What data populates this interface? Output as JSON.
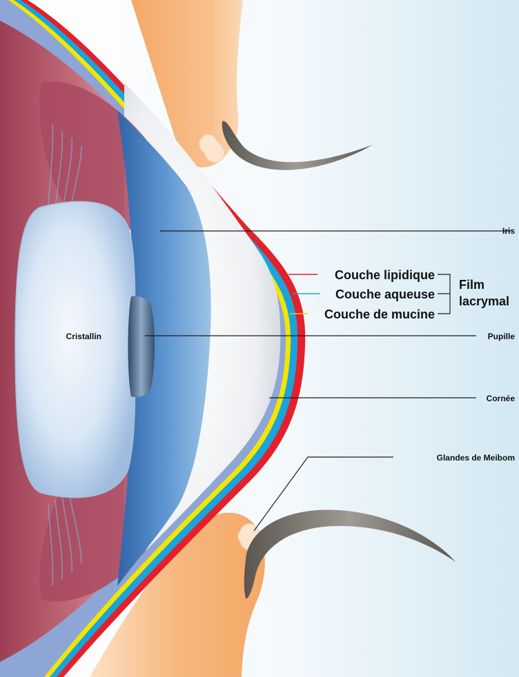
{
  "labels": {
    "iris": "Iris",
    "couche_lipidique": "Couche lipidique",
    "couche_aqueuse": "Couche aqueuse",
    "couche_mucine": "Couche de mucine",
    "film_line1": "Film",
    "film_line2": "lacrymal",
    "cristallin": "Cristallin",
    "pupille": "Pupille",
    "cornee": "Cornée",
    "glandes": "Glandes de Meibom"
  },
  "colors": {
    "lipid_layer": "#e4202a",
    "aqueous_layer": "#1ba3dc",
    "mucin_layer": "#f2e600",
    "sclera": "#8ea6d6",
    "eyelid_skin": "#f6b27a",
    "eyelash": "#6b6661",
    "lens": "#cfe0f2",
    "iris": "#4f86c6",
    "choroid": "#c26b78"
  }
}
